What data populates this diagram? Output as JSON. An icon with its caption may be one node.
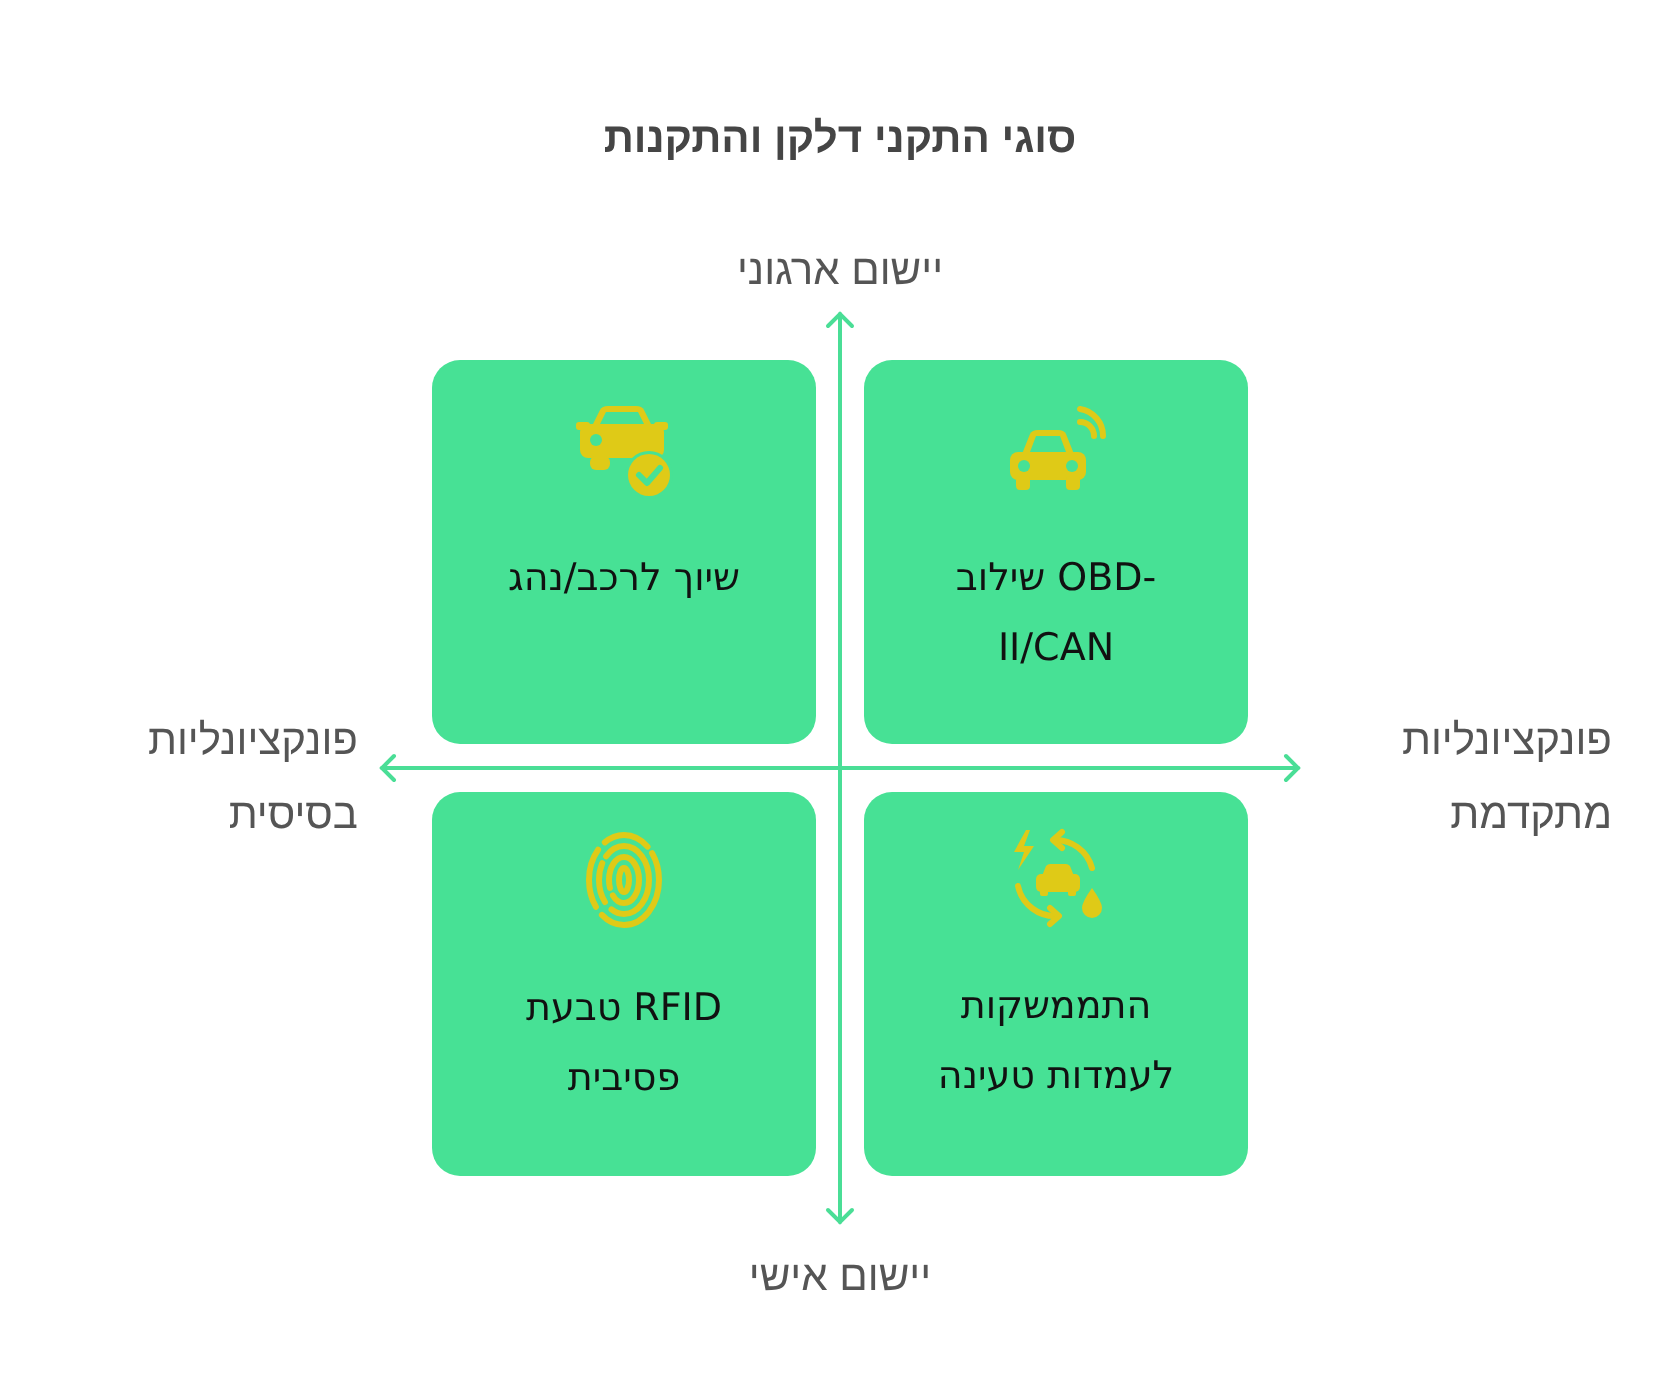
{
  "diagram": {
    "title": "סוגי התקני דלקן והתקנות",
    "nodes": [
      {
        "text": [
          "שילוב OBD-II/CAN"
        ]
      },
      {
        "text": [
          "שיוך לרכב/נהג"
        ]
      },
      {
        "text": [
          "התממשקות לעמדות טעינה"
        ]
      },
      {
        "text": [
          "טבעת RFID פסיבית"
        ]
      }
    ],
    "labels": [
      "יישום ארגוני",
      "פונקציונליות מתקדמת",
      "פונקציונליות בסיסית",
      "יישום אישי"
    ]
  }
}
